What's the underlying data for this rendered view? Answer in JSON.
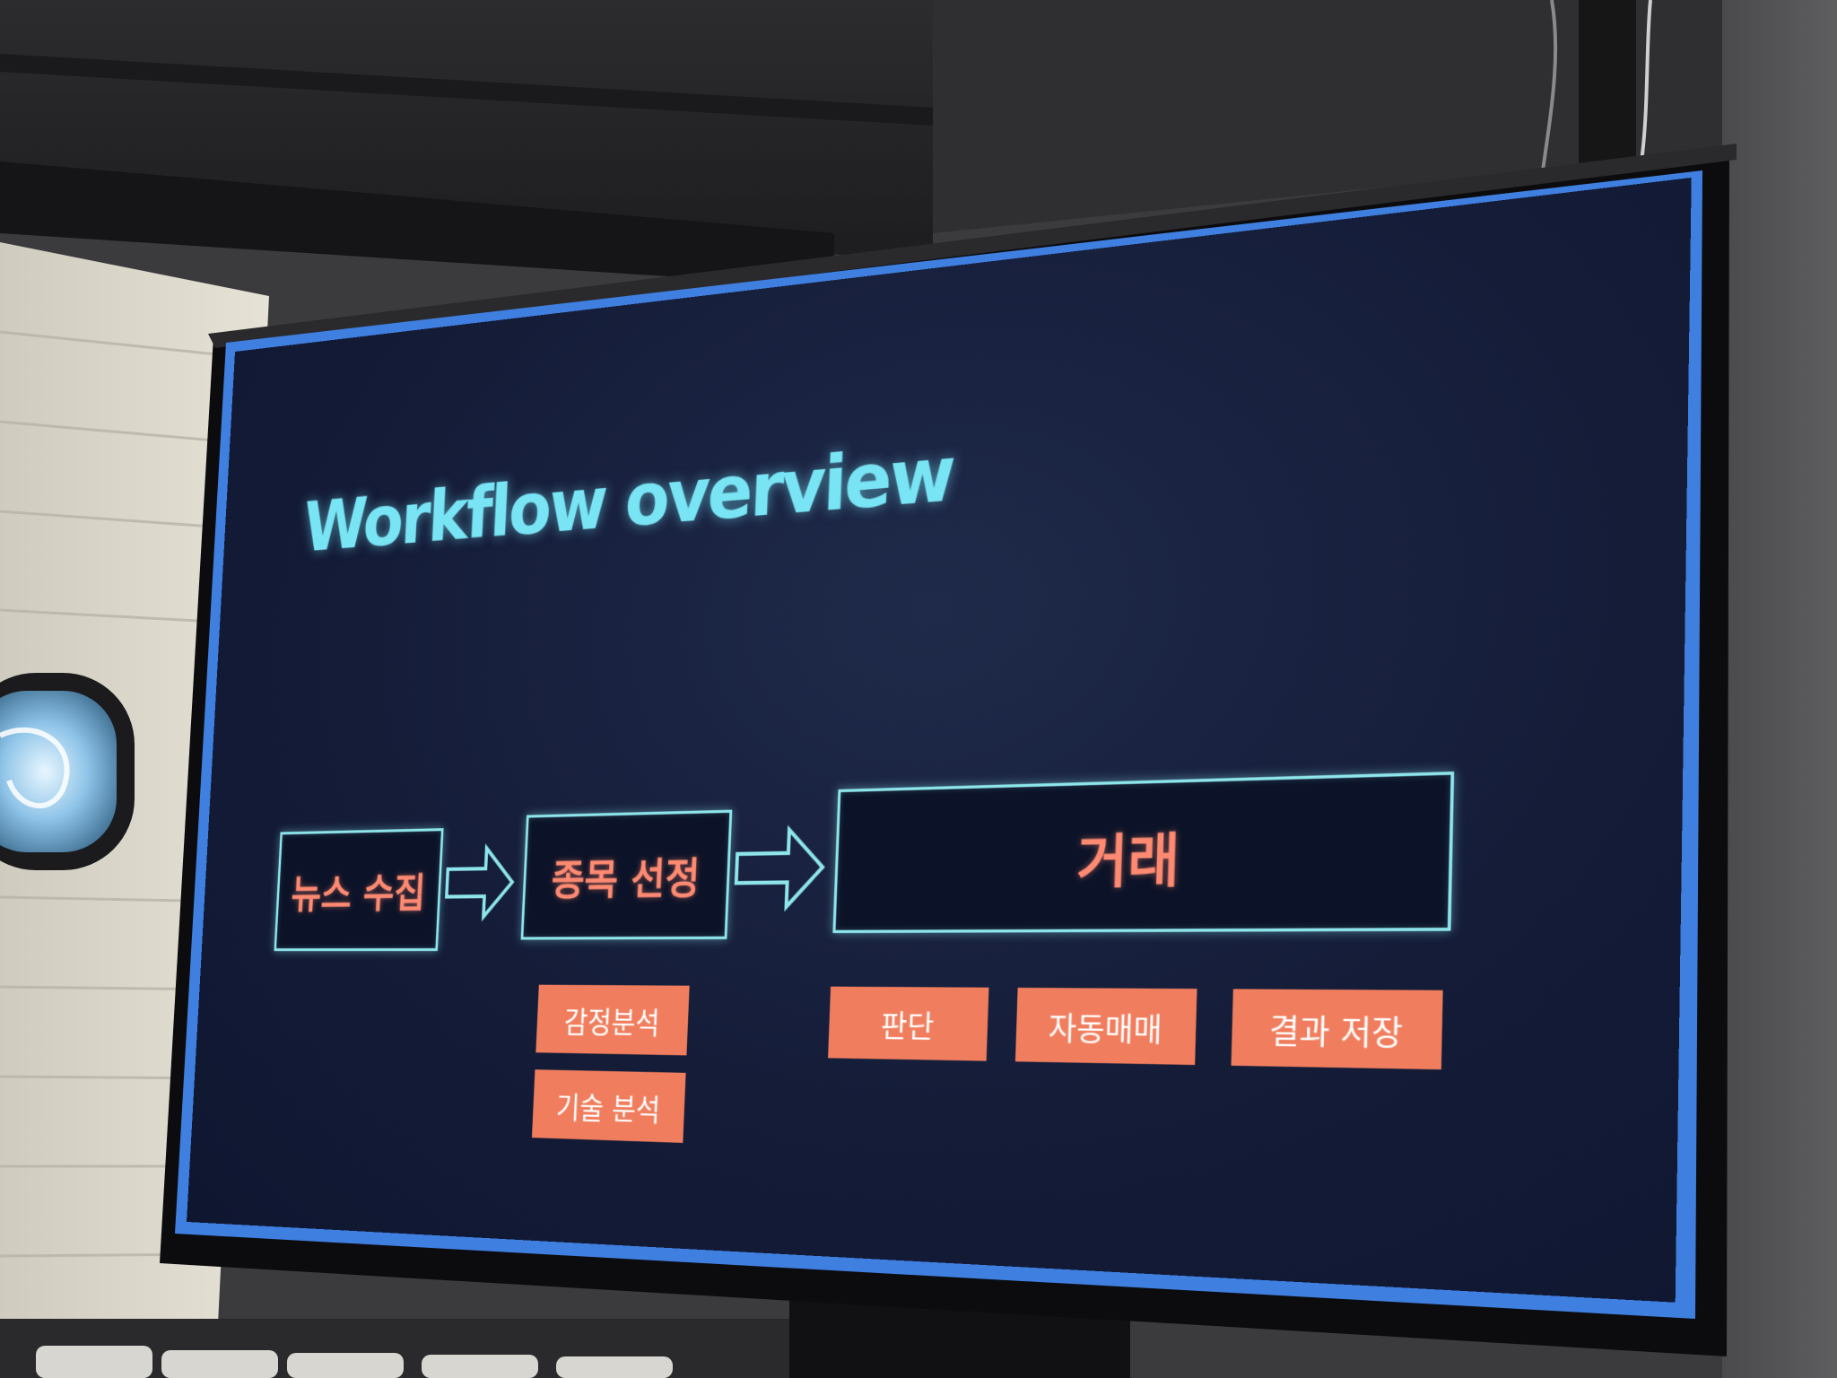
{
  "slide": {
    "title": "Workflow overview",
    "steps": [
      {
        "label": "뉴스 수집"
      },
      {
        "label": "종목 선정"
      },
      {
        "label": "거래"
      }
    ],
    "selection_tags": [
      "감정분석",
      "기술 분석"
    ],
    "trade_tags": [
      "판단",
      "자동매매",
      "결과 저장"
    ]
  },
  "colors": {
    "slide_background": "#141c38",
    "title": "#78e4f4",
    "box_border": "#8ee6ec",
    "step_text": "#ff8a72",
    "tag_fill": "#f07e5e",
    "tag_text": "#ffffff",
    "monitor_edge_glow": "#3f7fe0",
    "wall": "#3a3a3c",
    "panel_left": "#d8d4c8"
  }
}
